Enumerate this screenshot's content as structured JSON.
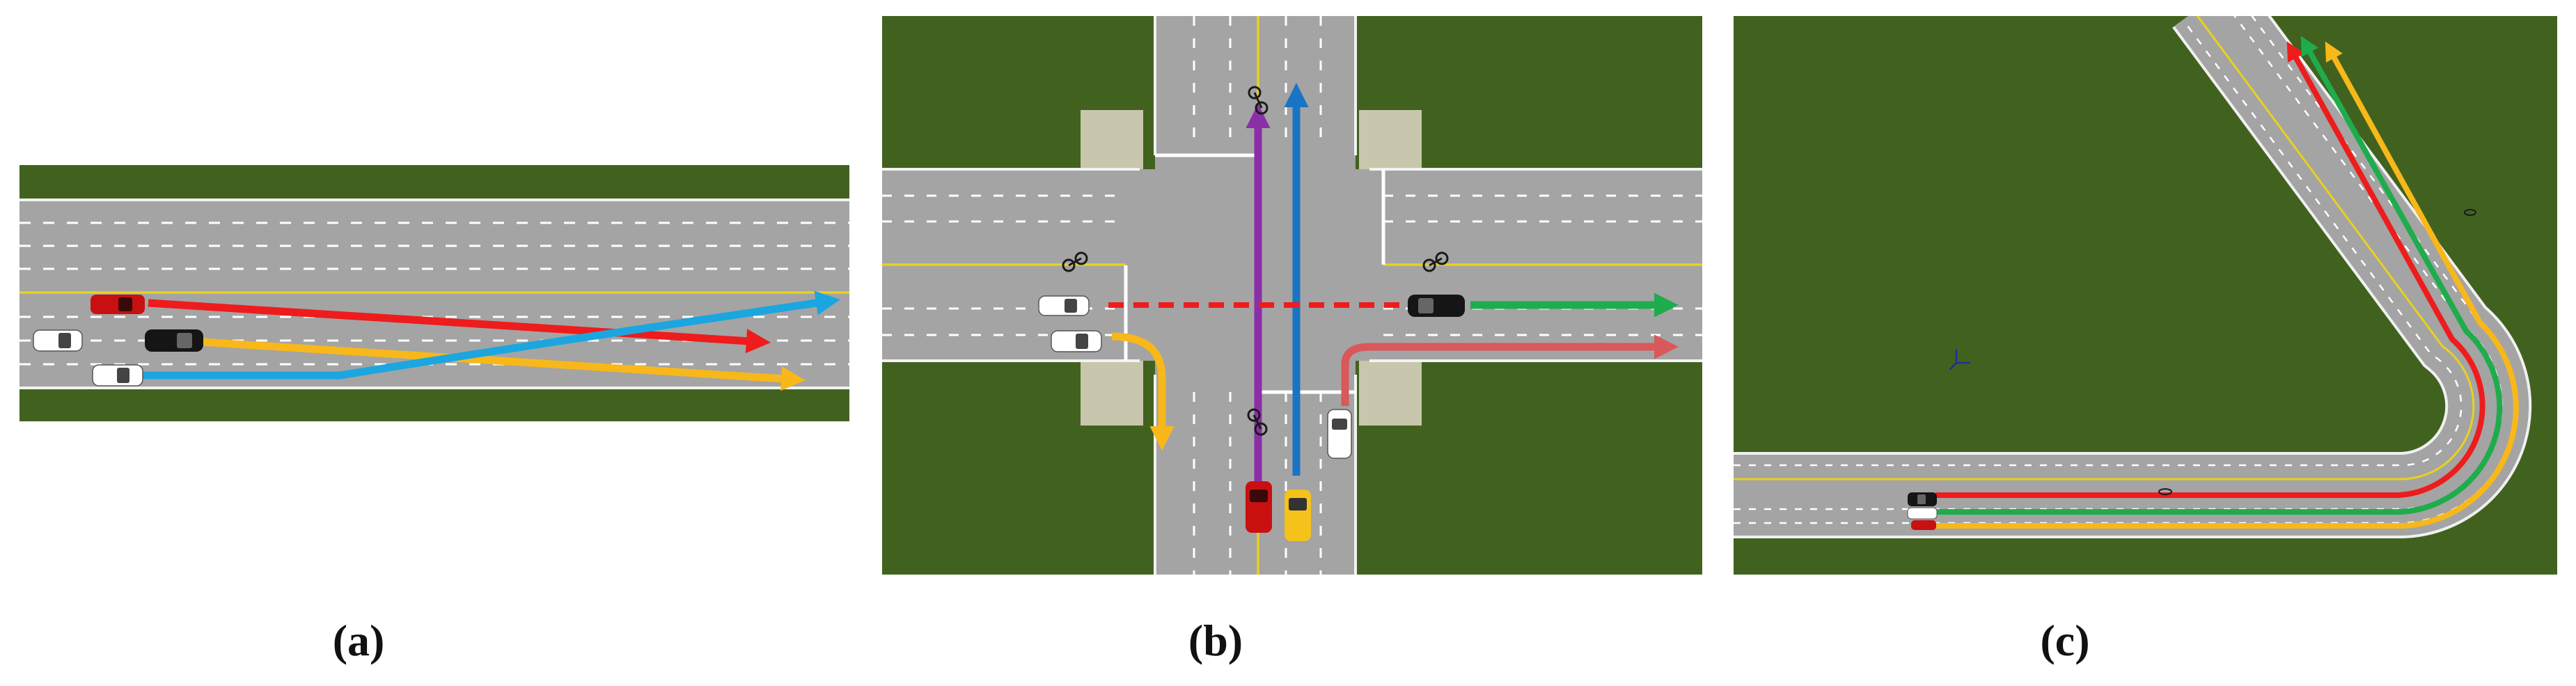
{
  "figure": {
    "panels": [
      {
        "id": "a",
        "caption": "(a)",
        "scene": "multi-lane-highway"
      },
      {
        "id": "b",
        "caption": "(b)",
        "scene": "four-way-intersection"
      },
      {
        "id": "c",
        "caption": "(c)",
        "scene": "u-shaped-curved-road"
      }
    ]
  },
  "colors": {
    "grass": "#41621f",
    "road": "#a4a4a4",
    "red": "#ee1c1c",
    "yellow": "#f8b81a",
    "blue": "#1ba6e0",
    "purple": "#8b2fa8",
    "darkblue": "#1a74c4",
    "green": "#1fac4c",
    "pinkred": "#d9585a"
  }
}
